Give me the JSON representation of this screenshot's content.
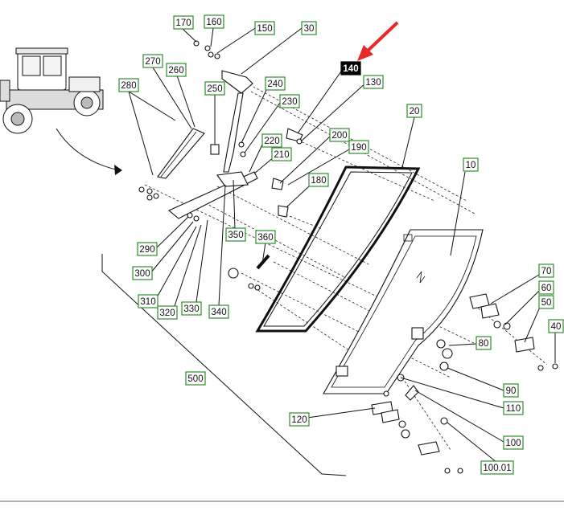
{
  "labels": [
    {
      "id": "170",
      "text": "170"
    },
    {
      "id": "160",
      "text": "160"
    },
    {
      "id": "150",
      "text": "150"
    },
    {
      "id": "30",
      "text": "30"
    },
    {
      "id": "140",
      "text": "140",
      "highlight": true
    },
    {
      "id": "130",
      "text": "130"
    },
    {
      "id": "270",
      "text": "270"
    },
    {
      "id": "260",
      "text": "260"
    },
    {
      "id": "280",
      "text": "280"
    },
    {
      "id": "250",
      "text": "250"
    },
    {
      "id": "240",
      "text": "240"
    },
    {
      "id": "230",
      "text": "230"
    },
    {
      "id": "20",
      "text": "20"
    },
    {
      "id": "200",
      "text": "200"
    },
    {
      "id": "220",
      "text": "220"
    },
    {
      "id": "210",
      "text": "210"
    },
    {
      "id": "190",
      "text": "190"
    },
    {
      "id": "10",
      "text": "10"
    },
    {
      "id": "180",
      "text": "180"
    },
    {
      "id": "360",
      "text": "360"
    },
    {
      "id": "350",
      "text": "350"
    },
    {
      "id": "290",
      "text": "290"
    },
    {
      "id": "300",
      "text": "300"
    },
    {
      "id": "310",
      "text": "310"
    },
    {
      "id": "320",
      "text": "320"
    },
    {
      "id": "330",
      "text": "330"
    },
    {
      "id": "340",
      "text": "340"
    },
    {
      "id": "70",
      "text": "70"
    },
    {
      "id": "60",
      "text": "60"
    },
    {
      "id": "50",
      "text": "50"
    },
    {
      "id": "40",
      "text": "40"
    },
    {
      "id": "80",
      "text": "80"
    },
    {
      "id": "90",
      "text": "90"
    },
    {
      "id": "110",
      "text": "110"
    },
    {
      "id": "100",
      "text": "100"
    },
    {
      "id": "100.01",
      "text": "100.01"
    },
    {
      "id": "120",
      "text": "120"
    },
    {
      "id": "500",
      "text": "500"
    }
  ],
  "colors": {
    "label_border": "#2e8b2e",
    "highlight_bg": "#000000",
    "arrow": "#e8292b",
    "line": "#111111"
  },
  "icons": [
    "roller-machine-icon",
    "red-pointer-arrow-icon"
  ]
}
